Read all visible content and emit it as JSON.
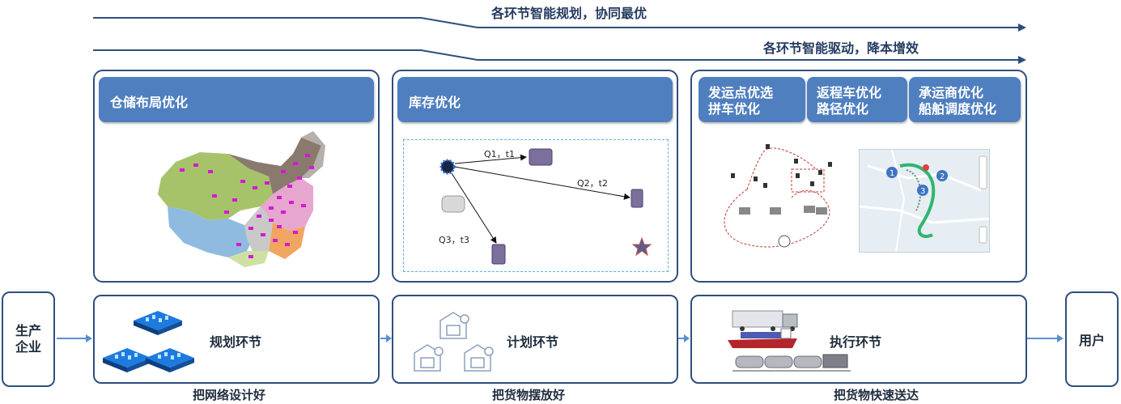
{
  "top_arrows": [
    {
      "label": "各环节智能规划，协同最优"
    },
    {
      "label": "各环节智能驱动，降本增效"
    }
  ],
  "panels": {
    "warehouse": {
      "title": "仓储布局优化"
    },
    "inventory": {
      "title": "库存优化",
      "edges": [
        "Q1，t1",
        "Q2，t2",
        "Q3，t3"
      ]
    },
    "transport": {
      "titles": [
        {
          "line1": "发运点优选",
          "line2": "拼车优化"
        },
        {
          "line1": "返程车优化",
          "line2": "路径优化"
        },
        {
          "line1": "承运商优化",
          "line2": "船舶调度优化"
        }
      ]
    }
  },
  "flow": {
    "start": {
      "line1": "生产",
      "line2": "企业"
    },
    "end": "用户",
    "stages": [
      {
        "label": "规划环节",
        "caption": "把网络设计好"
      },
      {
        "label": "计划环节",
        "caption": "把货物摆放好"
      },
      {
        "label": "执行环节",
        "caption": "把货物快速送达"
      }
    ]
  },
  "map_markers": [
    "1",
    "2",
    "3"
  ],
  "colors": {
    "accent": "#4f7fbf",
    "border": "#2f4e7f",
    "flow_arrow": "#5b8fd0",
    "dashed": "#5ab4d6"
  }
}
